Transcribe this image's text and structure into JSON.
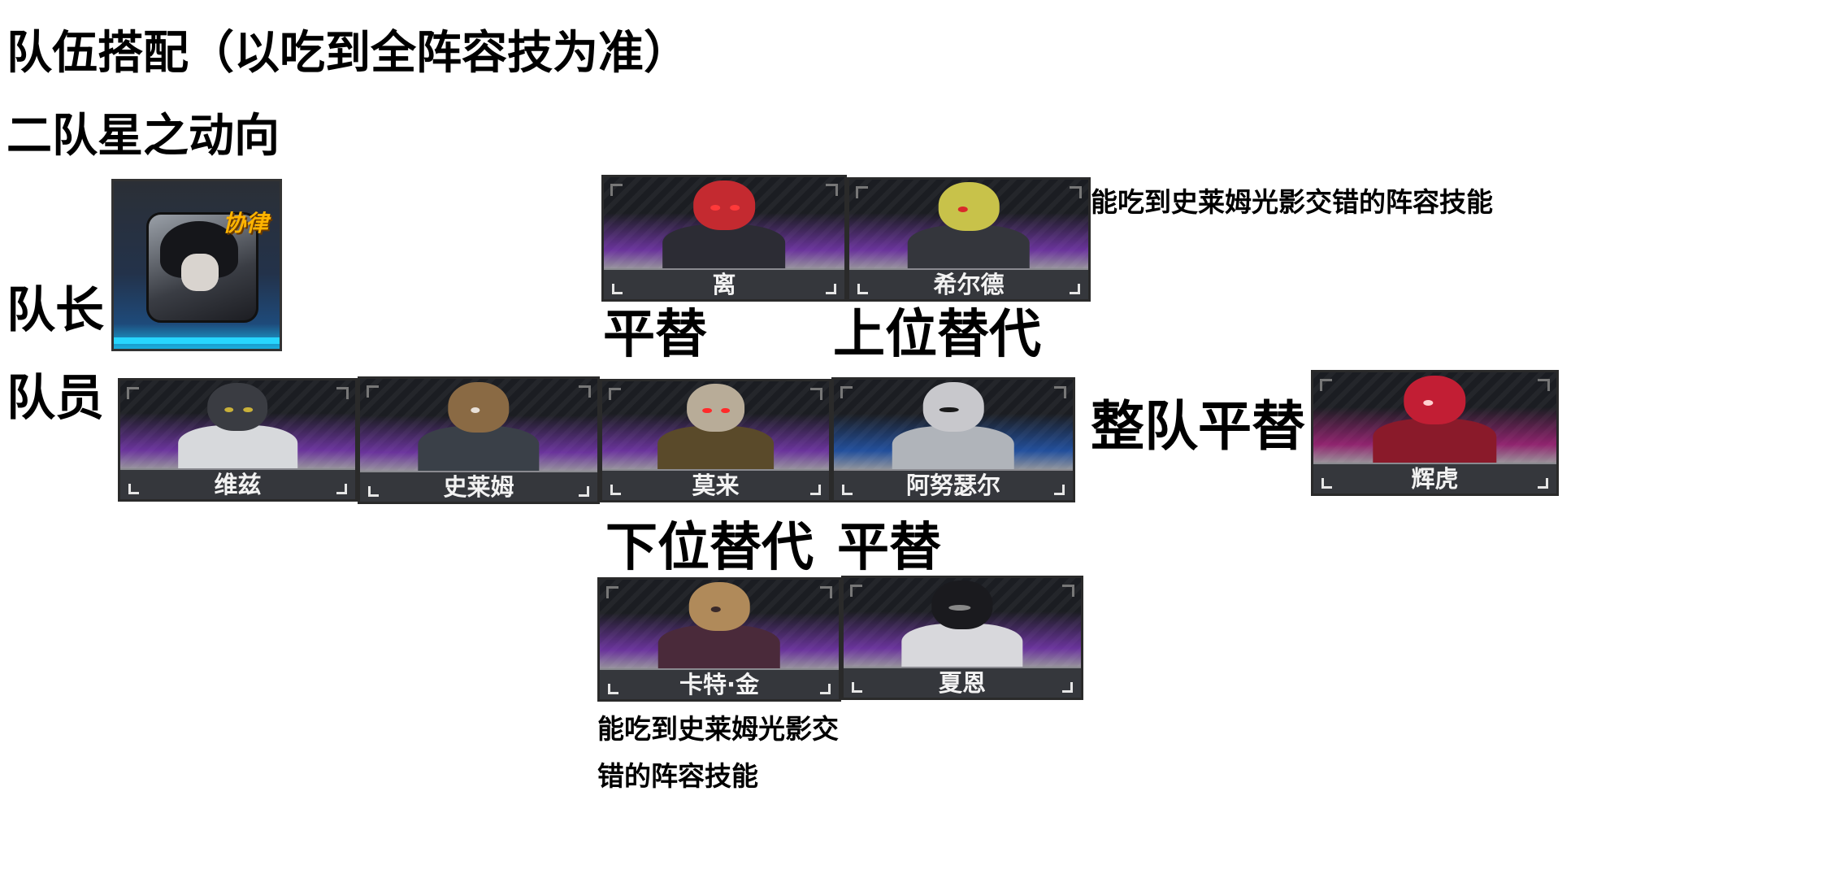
{
  "title": "队伍搭配（以吃到全阵容技为准）",
  "subtitle": "二队星之动向",
  "labels": {
    "leader": "队长",
    "members": "队员",
    "alt_same_top": "平替",
    "alt_upgrade": "上位替代",
    "alt_downgrade": "下位替代",
    "alt_same_bottom": "平替",
    "alt_whole_team": "整队平替"
  },
  "leader_card": {
    "badge": "协律"
  },
  "notes": {
    "top_right": "能吃到史莱姆光影交错的阵容技能",
    "bottom": "能吃到史莱姆光影交错的阵容技能"
  },
  "cards": {
    "li": "离",
    "xierde": "希尔德",
    "weizi": "维兹",
    "shilaimu": "史莱姆",
    "molai": "莫来",
    "anuseer": "阿努瑟尔",
    "huihu": "辉虎",
    "katejin": "卡特·金",
    "xiaen": "夏恩"
  },
  "colors": {
    "background": "#ffffff",
    "card_bg": "#1b1d22",
    "glow_purple": "#aa46ff",
    "leader_accent": "#27d6ff",
    "badge_gold": "#ffb400"
  }
}
